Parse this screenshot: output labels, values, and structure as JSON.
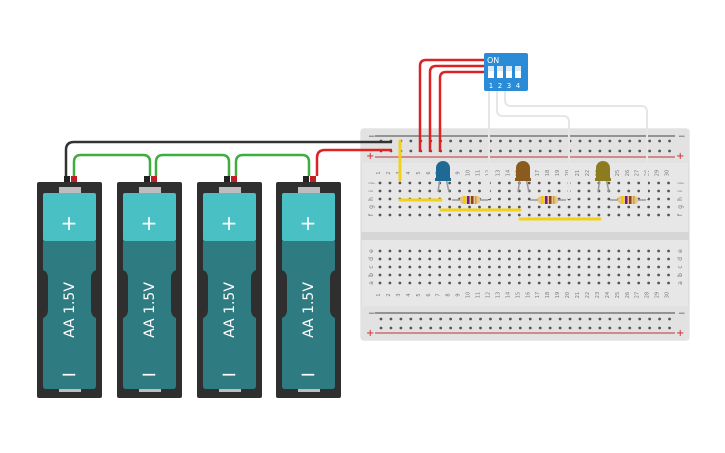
{
  "circuit": {
    "batteries": [
      {
        "label": "AA 1.5V",
        "plus": "+",
        "minus": "−"
      },
      {
        "label": "AA 1.5V",
        "plus": "+",
        "minus": "−"
      },
      {
        "label": "AA 1.5V",
        "plus": "+",
        "minus": "−"
      },
      {
        "label": "AA 1.5V",
        "plus": "+",
        "minus": "−"
      }
    ],
    "dip_switch": {
      "on_label": "ON",
      "positions": [
        "1",
        "2",
        "3",
        "4"
      ],
      "state": [
        "off",
        "off",
        "off",
        "off"
      ]
    },
    "leds": [
      {
        "color_name": "blue",
        "color": "#1e6a94"
      },
      {
        "color_name": "orange",
        "color": "#8b5a1e"
      },
      {
        "color_name": "yellow",
        "color": "#8d7c1f"
      }
    ],
    "resistors": [
      {
        "bands": [
          "#e8d000",
          "#7a1a8a",
          "#8b4513"
        ]
      },
      {
        "bands": [
          "#e8d000",
          "#7a1a8a",
          "#8b4513"
        ]
      },
      {
        "bands": [
          "#e8d000",
          "#7a1a8a",
          "#8b4513"
        ]
      }
    ],
    "breadboard": {
      "columns": [
        "1",
        "2",
        "3",
        "4",
        "5",
        "6",
        "7",
        "8",
        "9",
        "10",
        "11",
        "12",
        "13",
        "14",
        "15",
        "16",
        "17",
        "18",
        "19",
        "20",
        "21",
        "22",
        "23",
        "24",
        "25",
        "26",
        "27",
        "28",
        "29",
        "30"
      ],
      "rows_top": [
        "j",
        "i",
        "h",
        "g",
        "f"
      ],
      "rows_bottom": [
        "e",
        "d",
        "c",
        "b",
        "a"
      ],
      "rail_minus": "−",
      "rail_plus": "+"
    },
    "colors": {
      "wire_black": "#333333",
      "wire_green": "#3fae3f",
      "wire_red": "#dd2222",
      "wire_white": "#e8e8e8",
      "jumper_yellow": "#f2d11a",
      "battery_teal_light": "#48c0c4",
      "battery_teal_dark": "#2e7b82",
      "battery_case": "#2f2f2f",
      "switch_blue": "#2a8bd6",
      "board": "#e5e5e5"
    }
  }
}
